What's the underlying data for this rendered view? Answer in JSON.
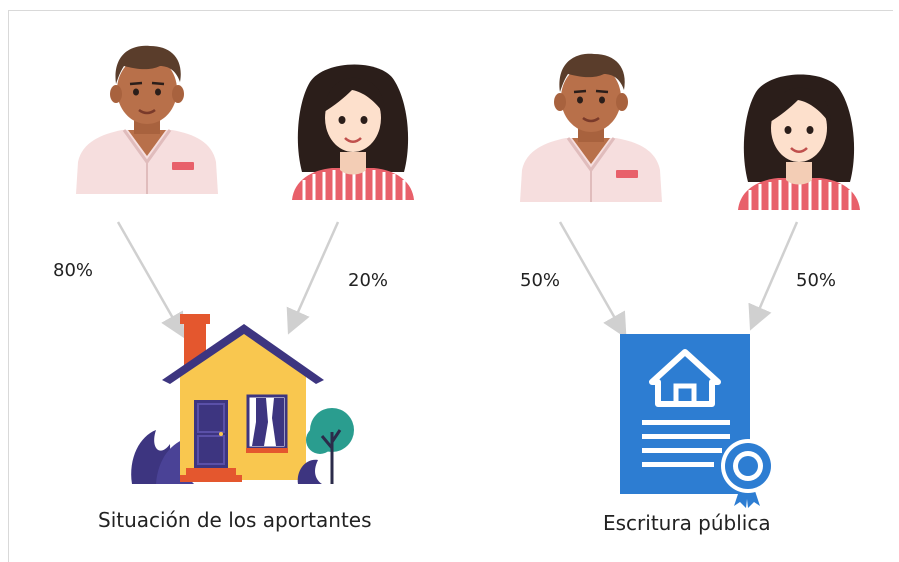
{
  "left_group": {
    "contributor_1": {
      "percent": "80%"
    },
    "contributor_2": {
      "percent": "20%"
    },
    "caption": "Situación de los aportantes"
  },
  "right_group": {
    "contributor_1": {
      "percent": "50%"
    },
    "contributor_2": {
      "percent": "50%"
    },
    "caption": "Escritura pública"
  },
  "colors": {
    "shirt_man": "#f6dede",
    "shirt_woman_stripes": "#e8606a",
    "skin_man": "#b8704a",
    "skin_woman": "#fde0cc",
    "hair": "#2b1e1a",
    "house_wall": "#f9c74f",
    "house_door": "#3d3580",
    "chimney": "#e4572e",
    "document_blue": "#2d7dd2",
    "arrow": "#d0d0d0"
  },
  "icons": [
    "man-avatar-icon",
    "woman-avatar-icon",
    "house-icon",
    "deed-document-icon",
    "seal-icon"
  ]
}
